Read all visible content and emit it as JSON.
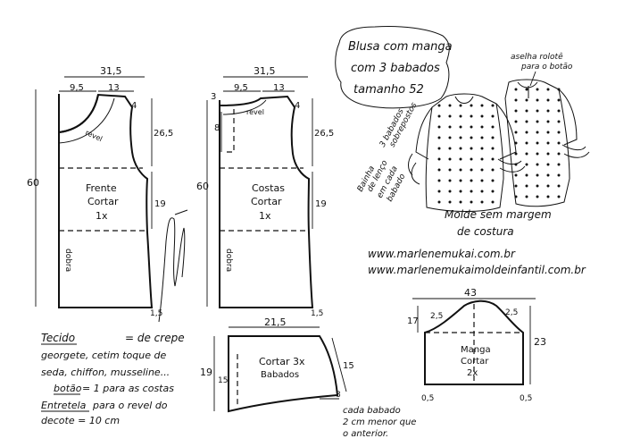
{
  "title": {
    "line1": "Blusa com manga",
    "line2": "com 3 babados",
    "line3": "tamanho 52"
  },
  "front": {
    "name": "Frente",
    "cut": "Cortar",
    "qty": "1x",
    "fold": "dobra",
    "width": "31,5",
    "neck_w": "9,5",
    "shoulder_w": "13",
    "shoulder_drop": "4",
    "neck_depth": "",
    "armhole": "26,5",
    "side": "19",
    "length": "60",
    "hem": "1,5",
    "facing": "revel"
  },
  "back": {
    "name": "Costas",
    "cut": "Cortar",
    "qty": "1x",
    "fold": "dobra",
    "width": "31,5",
    "neck_w": "9,5",
    "shoulder_w": "13",
    "shoulder_drop": "4",
    "neck_depth": "3",
    "placket": "8",
    "armhole": "26,5",
    "side": "19",
    "length": "60",
    "hem": "1,5",
    "facing": "revel"
  },
  "ruffle": {
    "name": "Cortar 3x",
    "sub": "Babados",
    "width": "21,5",
    "left_h": "19",
    "right_h": "15",
    "offset": "8",
    "inner": "15"
  },
  "sleeve": {
    "name": "Manga",
    "cut": "Cortar",
    "qty": "2x",
    "width": "43",
    "cap_h": "17",
    "cap_a": "2,5",
    "cap_b": "2,5",
    "length": "23",
    "hem_l": "0,5",
    "hem_r": "0,5"
  },
  "illustration": {
    "ruffles_note_1": "3 babados",
    "ruffles_note_2": "sobrepostos",
    "hem_note_1": "Bainha",
    "hem_note_2": "de lenço",
    "hem_note_3": "em cada",
    "hem_note_4": "babado",
    "loop_note_1": "aselha rolotê",
    "loop_note_2": "para o botão"
  },
  "notes": {
    "no_seam_1": "Molde sem margem",
    "no_seam_2": "de costura",
    "url1": "www.marlenemukai.com.br",
    "url2": "www.marlenemukaimoldeinfantil.com.br",
    "fabric_label": "Tecido",
    "fabric_1": "= de crepe",
    "fabric_2": "georgete, cetim toque de",
    "fabric_3": "seda, chiffon, musseline...",
    "button_label": "botão",
    "button_text": "= 1 para as costas",
    "interfacing_label": "Entretela",
    "interfacing_text": "para o revel do",
    "interfacing_text2": "decote = 10 cm",
    "ruffle_note_1": "cada babado",
    "ruffle_note_2": "2 cm menor que",
    "ruffle_note_3": "o anterior."
  }
}
